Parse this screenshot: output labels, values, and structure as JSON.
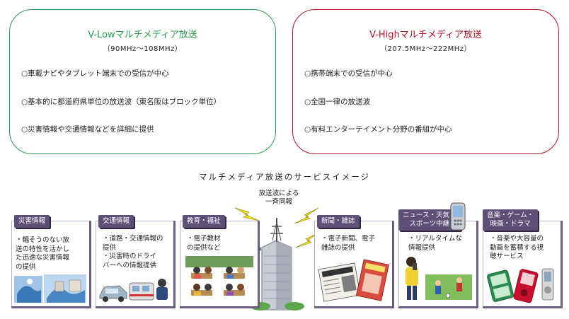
{
  "vlow": {
    "title": "V-Lowマルチメディア放送",
    "freq": "（90MHz～108MHz）",
    "bullets": [
      "○車載ナビやタブレット端末での受信が中心",
      "○基本的に都道府県単位の放送波（東名阪はブロック単位）",
      "○災害情報や交通情報などを詳細に提供"
    ],
    "color": "#2a9a52"
  },
  "vhigh": {
    "title": "V-Highマルチメディア放送",
    "freq": "（207.5MHz～222MHz）",
    "bullets": [
      "○携帯端末での受信が中心",
      "○全国一律の放送波",
      "○有料エンターテイメント分野の番組が中心"
    ],
    "color": "#b0172b"
  },
  "section_title": "マルチメディア放送のサービスイメージ",
  "broadcast": {
    "line1": "放送波による",
    "line2": "一斉同報"
  },
  "services": [
    {
      "tag": "災害情報",
      "desc": [
        "・輻そうのない放",
        "送の特性を活かし",
        "た迅速な災害情報",
        "の提供"
      ],
      "icon": "tsunami-disaster-icon"
    },
    {
      "tag": "交通情報",
      "desc": [
        "・道路・交通情報の",
        "提供",
        "・災害時のドライ",
        "バーへの情報提供"
      ],
      "icon": "car-train-icon"
    },
    {
      "tag": "教育・福祉",
      "desc": [
        "・電子教材",
        "の提供など"
      ],
      "icon": "classroom-icon"
    },
    {
      "tag": "新聞・雑誌",
      "desc": [
        "・電子新聞、電子",
        "雑誌の提供"
      ],
      "icon": "newspaper-magazine-icon"
    },
    {
      "tag_lines": [
        "ニュース・天気・",
        "スポーツ中継"
      ],
      "desc": [
        "・リアルタイムな",
        "情報提供"
      ],
      "icon": "phone-sports-icon"
    },
    {
      "tag_lines": [
        "音楽・ゲーム・",
        "映画・ドラマ"
      ],
      "desc": [
        "・音楽や大容量の",
        "動画を蓄積する視",
        "聴サービス"
      ],
      "icon": "game-device-icon"
    }
  ],
  "colors": {
    "tag_bg": "#5e4f77",
    "card_border": "#6a5d7f",
    "lightning": "#f2e31a"
  }
}
